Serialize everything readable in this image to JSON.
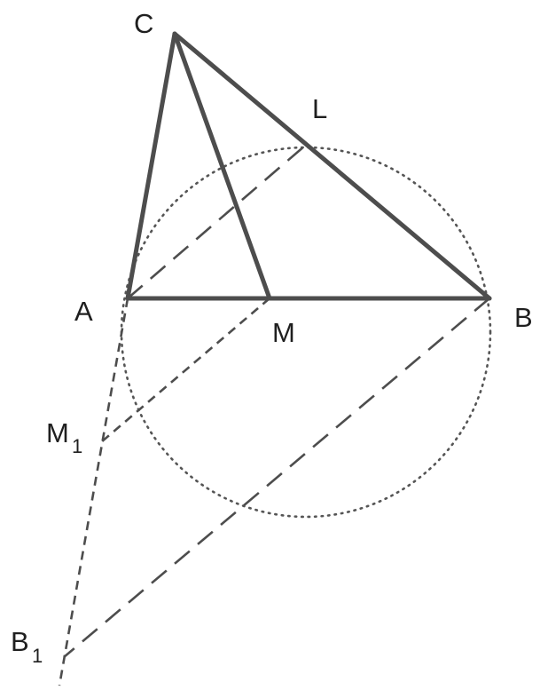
{
  "figure": {
    "labels": {
      "C": "C",
      "L": "L",
      "A": "A",
      "M": "M",
      "B": "B",
      "M1": {
        "main": "M",
        "sub": "1"
      },
      "B1": {
        "main": "B",
        "sub": "1"
      }
    }
  }
}
